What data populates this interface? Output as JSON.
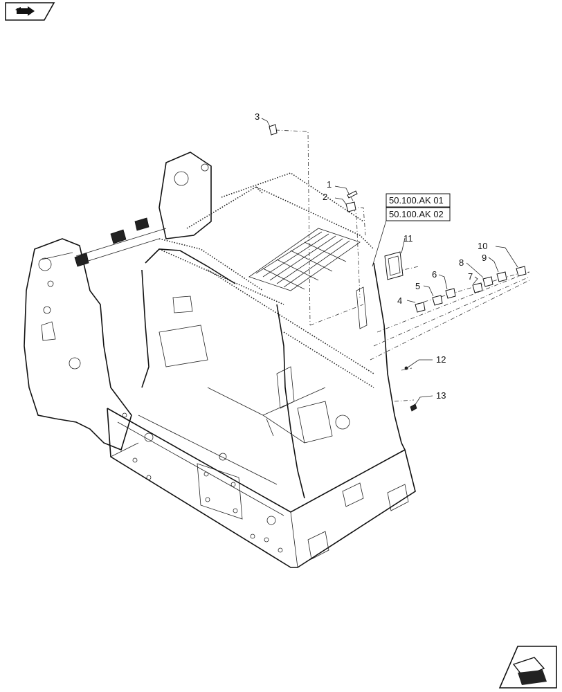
{
  "callouts": [
    {
      "id": "1",
      "label": "1"
    },
    {
      "id": "2",
      "label": "2"
    },
    {
      "id": "3",
      "label": "3"
    },
    {
      "id": "4",
      "label": "4"
    },
    {
      "id": "5",
      "label": "5"
    },
    {
      "id": "6",
      "label": "6"
    },
    {
      "id": "7",
      "label": "7"
    },
    {
      "id": "8",
      "label": "8"
    },
    {
      "id": "9",
      "label": "9"
    },
    {
      "id": "10",
      "label": "10"
    },
    {
      "id": "11",
      "label": "11"
    },
    {
      "id": "12",
      "label": "12"
    },
    {
      "id": "13",
      "label": "13"
    }
  ],
  "references": [
    {
      "label": "50.100.AK 01"
    },
    {
      "label": "50.100.AK 02"
    }
  ],
  "icons": {
    "top_left": "back-arrow-icon",
    "bottom_right": "next-arrow-icon"
  }
}
